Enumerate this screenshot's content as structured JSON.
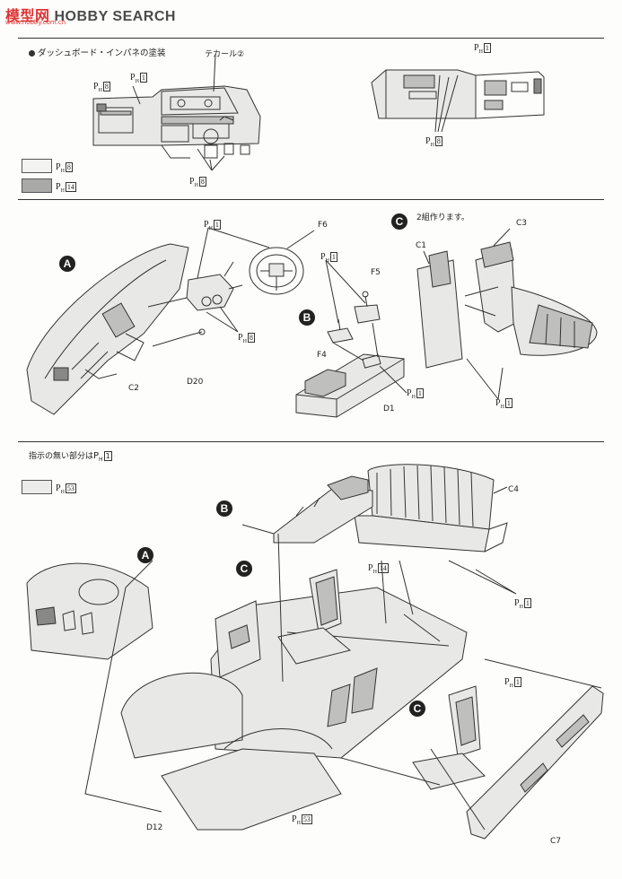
{
  "watermark": {
    "brand_a": "模型网",
    "brand_b": "HOBBY SEARCH",
    "sub": "www.hobby.com.cn"
  },
  "ph_prefix": "P",
  "ph_sub": "H",
  "section1": {
    "title": "ダッシュボード・インパネの塗装",
    "decal": "テカール②",
    "callouts": [
      "8",
      "1",
      "8",
      "1",
      "8"
    ],
    "legend": [
      {
        "color": "#f3f3f1",
        "num": "8"
      },
      {
        "color": "#a9a9a7",
        "num": "14"
      }
    ]
  },
  "section2": {
    "markers": {
      "a": "A",
      "b": "B",
      "c": "C"
    },
    "note": "2組作ります。",
    "parts": [
      "F6",
      "F5",
      "F4",
      "D1",
      "C1",
      "C3",
      "C2",
      "D20"
    ],
    "callouts": [
      "1",
      "8",
      "1",
      "1",
      "1"
    ]
  },
  "section3": {
    "note_prefix": "指示の無い部分は",
    "note_num": "1",
    "legend": {
      "color": "#ececea",
      "num": "53"
    },
    "markers": {
      "a": "A",
      "b": "B",
      "c1": "C",
      "c2": "C"
    },
    "parts": [
      "C4",
      "D12",
      "C7"
    ],
    "callouts": [
      "14",
      "1",
      "1",
      "53"
    ]
  }
}
